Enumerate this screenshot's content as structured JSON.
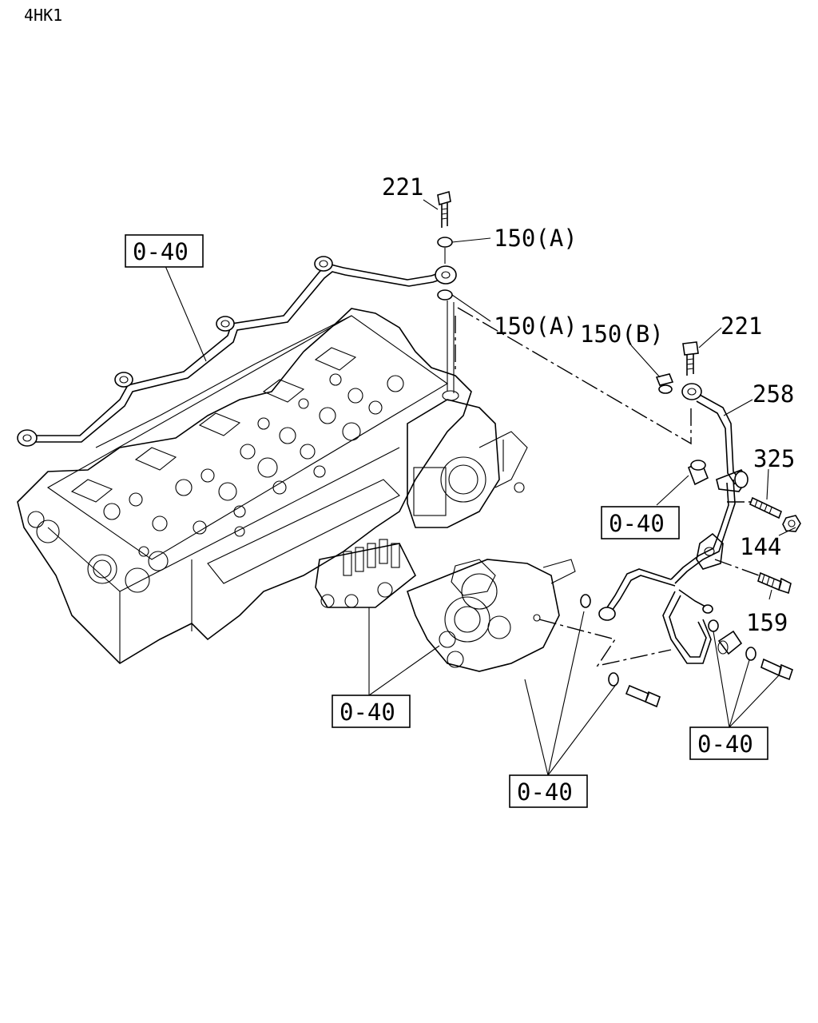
{
  "title": "4HK1",
  "callouts": {
    "c221_top": "221",
    "c150A_1": "150(A)",
    "c150A_2": "150(A)",
    "c150B": "150(B)",
    "c221_right": "221",
    "c258": "258",
    "c325": "325",
    "c144": "144",
    "c159": "159"
  },
  "refs": {
    "r1": "0-40",
    "r2": "0-40",
    "r3": "0-40",
    "r4": "0-40",
    "r5": "0-40"
  }
}
